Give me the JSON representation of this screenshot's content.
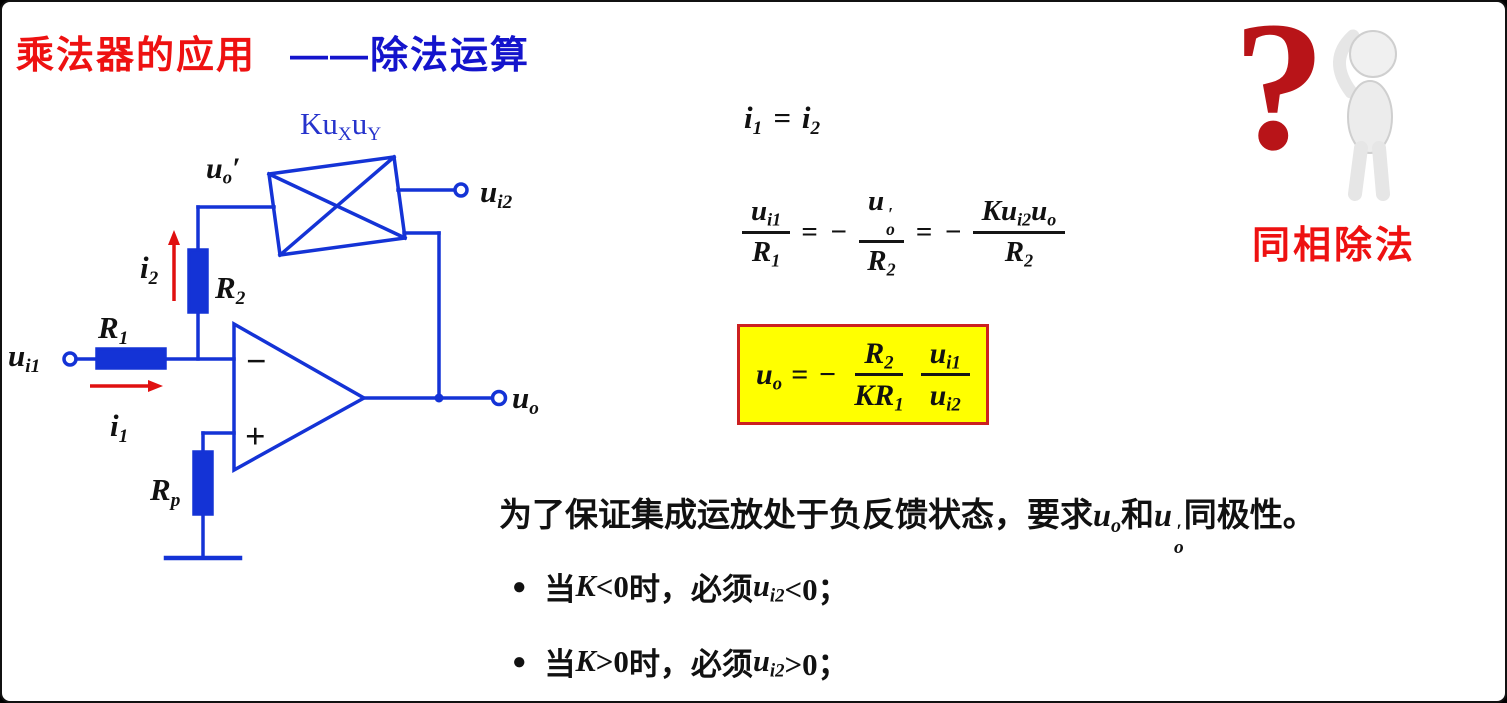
{
  "colors": {
    "title_red": "#ee1111",
    "title_blue": "#1414cc",
    "circuit_blue": "#1433d6",
    "multiplier_label_blue": "#2633cc",
    "arrow_red": "#e01010",
    "box_bg": "#ffff00",
    "box_border": "#cc2020",
    "side_label_red": "#ee1111",
    "question_red": "#b81418"
  },
  "title": {
    "main": "乘法器的应用",
    "dash": "——",
    "sub": "除法运算"
  },
  "circuit": {
    "ui1": {
      "base": "u",
      "sub": "i1"
    },
    "r1": {
      "base": "R",
      "sub": "1"
    },
    "i1": {
      "base": "i",
      "sub": "1"
    },
    "i2": {
      "base": "i",
      "sub": "2"
    },
    "r2": {
      "base": "R",
      "sub": "2"
    },
    "uo_prime": {
      "base": "u",
      "sub": "o",
      "prime": "′"
    },
    "multiplier": {
      "t1": "Ku",
      "s1": "X",
      "t2": "u",
      "s2": "Y"
    },
    "ui2": {
      "base": "u",
      "sub": "i2"
    },
    "uo": {
      "base": "u",
      "sub": "o"
    },
    "rp": {
      "base": "R",
      "sub": "p"
    },
    "opamp": {
      "minus": "−",
      "plus": "+"
    }
  },
  "equations": {
    "eq1": {
      "a": "i",
      "a_sub": "1",
      "rel": "=",
      "b": "i",
      "b_sub": "2"
    },
    "eq2": {
      "f1": {
        "num": "u",
        "num_sub": "i1",
        "den": "R",
        "den_sub": "1"
      },
      "rel1": "=",
      "minus1": "−",
      "f2": {
        "num": "u",
        "num_prime": "′",
        "num_sub": "o",
        "den": "R",
        "den_sub": "2"
      },
      "rel2": "=",
      "minus2": "−",
      "f3": {
        "num_a": "Ku",
        "num_a_sub": "i2",
        "num_b": "u",
        "num_b_sub": "o",
        "den": "R",
        "den_sub": "2"
      }
    },
    "boxed": {
      "lhs": "u",
      "lhs_sub": "o",
      "rel": "=",
      "minus": "−",
      "f1": {
        "num": "R",
        "num_sub": "2",
        "den": "KR",
        "den_sub": "1"
      },
      "f2": {
        "num": "u",
        "num_sub": "i1",
        "den": "u",
        "den_sub": "i2"
      }
    }
  },
  "side_label": "同相除法",
  "question_figure": {
    "glyph": "?"
  },
  "note": {
    "pre": "为了保证集成运放处于负反馈状态，要求",
    "uo": {
      "base": "u",
      "sub": "o"
    },
    "mid": "和",
    "uop": {
      "base": "u",
      "prime": "′",
      "sub": "o"
    },
    "post": "同极性。"
  },
  "bullets": [
    {
      "marker": "●",
      "pre": "当",
      "k": "K",
      "cond": "<0",
      "mid": "时，必须",
      "u": "u",
      "u_sub": "i2",
      "cond2": "<0；"
    },
    {
      "marker": "●",
      "pre": "当",
      "k": "K",
      "cond": ">0",
      "mid": "时，必须",
      "u": "u",
      "u_sub": "i2",
      "cond2": ">0；"
    }
  ]
}
